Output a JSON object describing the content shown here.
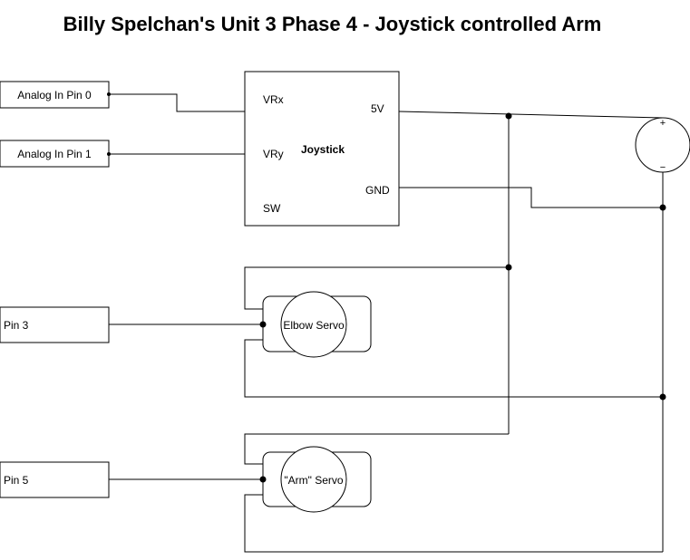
{
  "title": "Billy Spelchan's Unit 3 Phase 4 - Joystick controlled Arm",
  "inputs": {
    "analog0": "Analog In Pin 0",
    "analog1": "Analog In Pin 1",
    "pin3": "Pin 3",
    "pin5": "Pin 5"
  },
  "joystick": {
    "name": "Joystick",
    "vrx": "VRx",
    "vry": "VRy",
    "sw": "SW",
    "v5": "5V",
    "gnd": "GND"
  },
  "supply": {
    "plus": "+",
    "minus": "−"
  },
  "servos": {
    "elbow": "Elbow Servo",
    "arm": "\"Arm\" Servo"
  }
}
